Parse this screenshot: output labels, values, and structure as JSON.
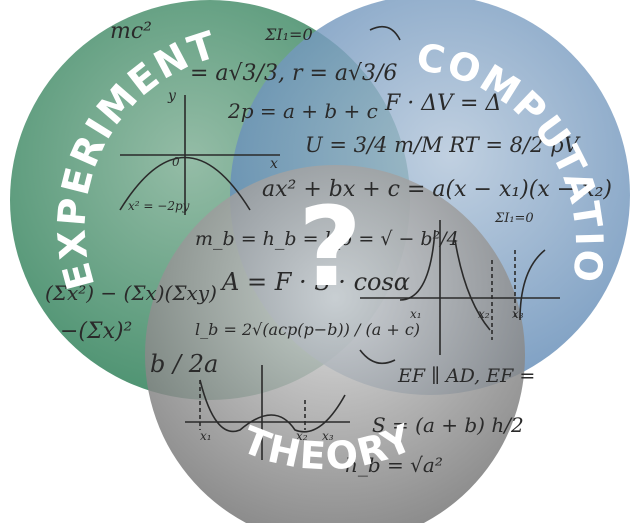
{
  "diagram": {
    "circles": [
      {
        "id": "experiment",
        "label": "EXPERIMENT",
        "color": "#3f8a66"
      },
      {
        "id": "computation",
        "label": "COMPUTATION",
        "color": "#5b86b3"
      },
      {
        "id": "theory",
        "label": "THEORY",
        "color": "#7a7a7a"
      }
    ],
    "center_symbol": "?",
    "background_formulas": [
      "mc²",
      "ΣI₁=0",
      "= a√3/3, r = a√3/6",
      "2p = a + b + c",
      "F · ΔV = Δ",
      "U = 3/4 m/M RT = 8/2 pV",
      "ax² + bx + c = a(x − x₁)(x − x₂)",
      "m_b = h_b = l_b = √ − b²/4",
      "A = F · S · cosα",
      "l_b = 2√(acp(p−b)) / (a + c)",
      "(Σx²) − (Σx)(Σxy)",
      "−(Σx)²",
      "b / 2a",
      "EF ∥ AD, EF =",
      "S = (a + b) h/2",
      "h_b = √a²",
      "x² = −2py",
      "ΣI₁=0",
      "x₁",
      "x₂",
      "x₃",
      "y",
      "0",
      "x"
    ]
  }
}
